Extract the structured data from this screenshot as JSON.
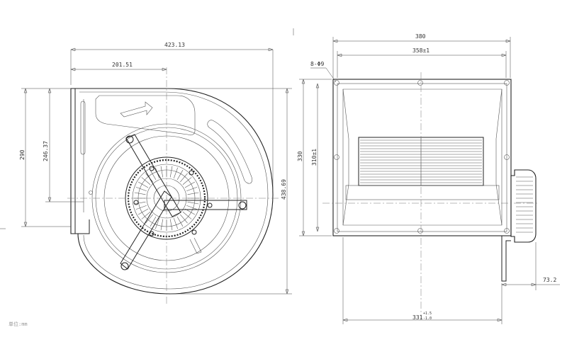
{
  "dimensions": {
    "front_width": "423.13",
    "front_offset": "201.51",
    "front_height_total": "290",
    "front_height_inner": "246.37",
    "front_height_outer": "438.69",
    "side_width": "380",
    "side_inner_width": "358±1",
    "side_height": "330",
    "side_inner_height": "310±1",
    "holes": "8-Φ9",
    "motor_projection": "73.2",
    "bottom_width_base": "331",
    "bottom_width_tol_upper": "+1.5",
    "bottom_width_tol_lower": "-1.0"
  },
  "corner_note": "单位:mm"
}
